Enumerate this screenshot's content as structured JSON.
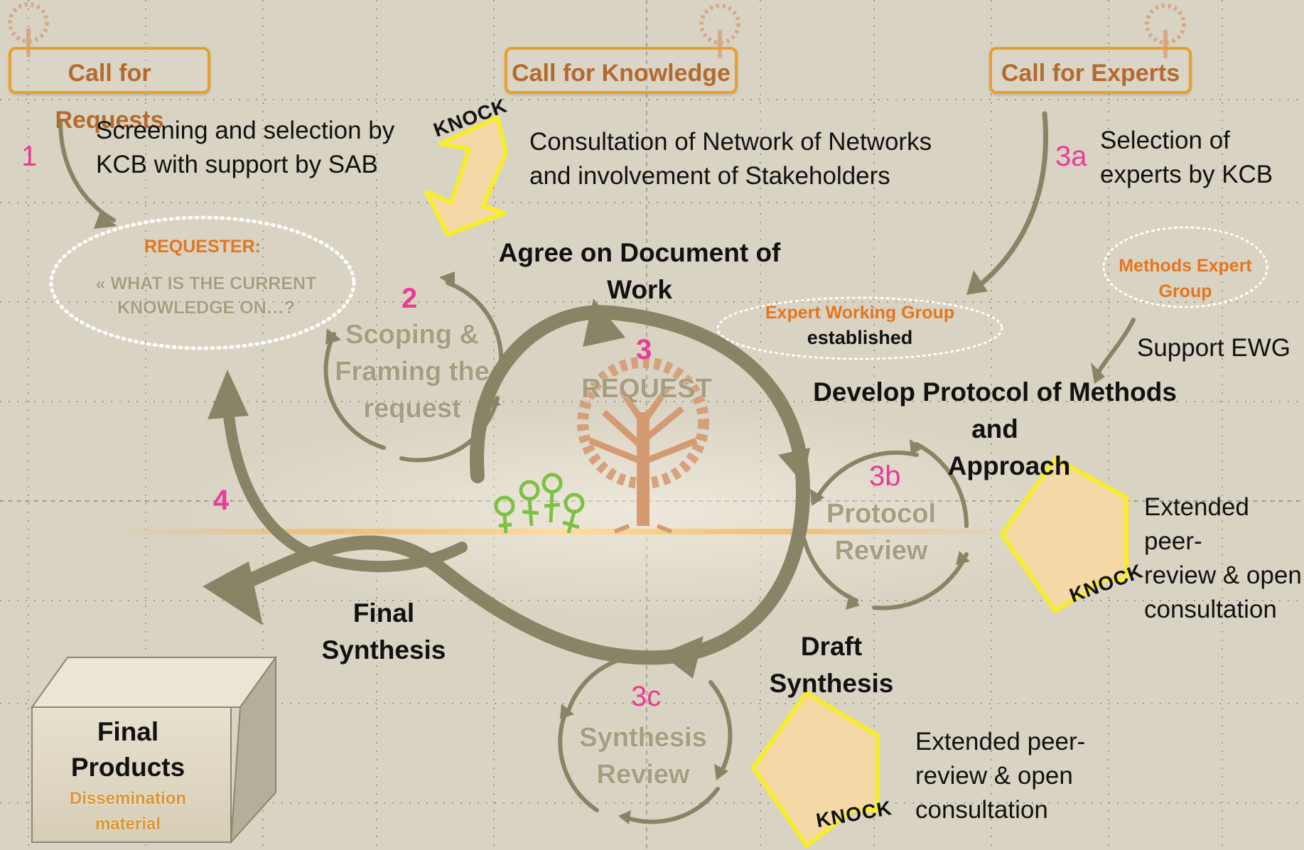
{
  "calls": {
    "requests": "Call for Requests",
    "knowledge": "Call for Knowledge",
    "experts": "Call for Experts"
  },
  "steps": {
    "s1": "1",
    "s2": "2",
    "s3": "3",
    "s3a": "3a",
    "s3b": "3b",
    "s3c": "3c",
    "s4": "4"
  },
  "notes": {
    "screening_line1": "Screening and selection by",
    "screening_line2": "KCB with support by SAB",
    "consultation_line1": "Consultation of Network of Networks",
    "consultation_line2": "and involvement of Stakeholders",
    "selection_line1": "Selection of",
    "selection_line2": "experts by KCB",
    "support_ewg": "Support EWG",
    "peer_review_line1": "Extended peer-",
    "peer_review_line2": "review & open",
    "peer_review_line3": "consultation"
  },
  "knock": "KNOCK",
  "requester": {
    "label": "REQUESTER:",
    "line1": "« WHAT IS THE CURRENT",
    "line2": "KNOWLEDGE ON…?"
  },
  "groups": {
    "ewg_title": "Expert Working Group",
    "ewg_status": "established",
    "methods_line1": "Methods Expert",
    "methods_line2": "Group"
  },
  "headings": {
    "agree_line1": "Agree on Document of",
    "agree_line2": "Work",
    "develop_line1": "Develop Protocol of Methods and",
    "develop_line2": "Approach",
    "final_synthesis": "Final Synthesis",
    "draft_synthesis": "Draft Synthesis"
  },
  "cycles": {
    "scoping_line1": "Scoping &",
    "scoping_line2": "Framing the",
    "scoping_line3": "request",
    "request": "REQUEST",
    "protocol_line1": "Protocol",
    "protocol_line2": "Review",
    "synthesis_line1": "Synthesis",
    "synthesis_line2": "Review"
  },
  "final_products": {
    "line1": "Final",
    "line2": "Products",
    "sub_line1": "Dissemination",
    "sub_line2": "material"
  },
  "colors": {
    "background": "#d9d3c3",
    "arrow": "#8a8466",
    "call_border": "#e8a02a",
    "step_number": "#ea3b97",
    "group_text": "#e3761f",
    "tree": "#d49a72",
    "knock_fill": "#f4d9a6",
    "knock_stroke": "#f6ee2a"
  },
  "icons": [
    "tree-icon",
    "people-icon",
    "knock-arrow"
  ]
}
